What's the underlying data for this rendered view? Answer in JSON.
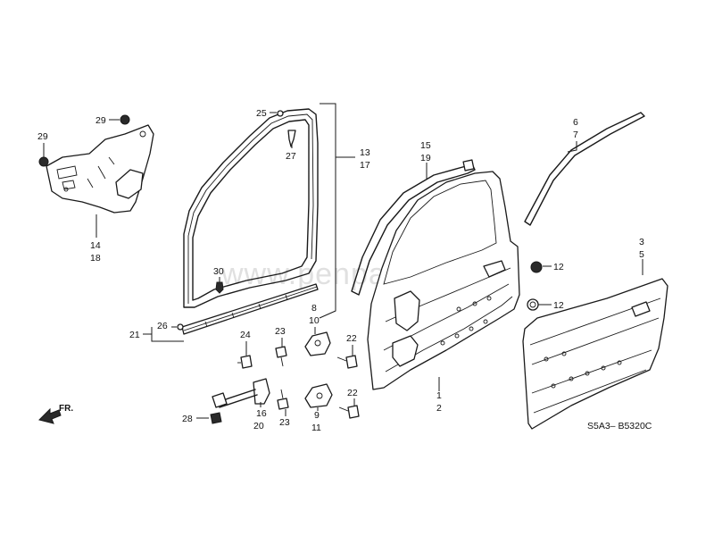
{
  "diagram_code": "S5A3– B5320C",
  "watermark": "www.penpart.com",
  "direction_label": "FR.",
  "callouts": {
    "p1": "1",
    "p2": "2",
    "p3": "3",
    "p5": "5",
    "p6": "6",
    "p7": "7",
    "p8": "8",
    "p10": "10",
    "p9": "9",
    "p11": "11",
    "p12a": "12",
    "p12b": "12",
    "p13": "13",
    "p17": "17",
    "p14": "14",
    "p18": "18",
    "p15": "15",
    "p19": "19",
    "p16": "16",
    "p20": "20",
    "p21": "21",
    "p22a": "22",
    "p22b": "22",
    "p23a": "23",
    "p23b": "23",
    "p24": "24",
    "p25": "25",
    "p26": "26",
    "p27": "27",
    "p28": "28",
    "p29a": "29",
    "p29b": "29",
    "p30": "30"
  }
}
